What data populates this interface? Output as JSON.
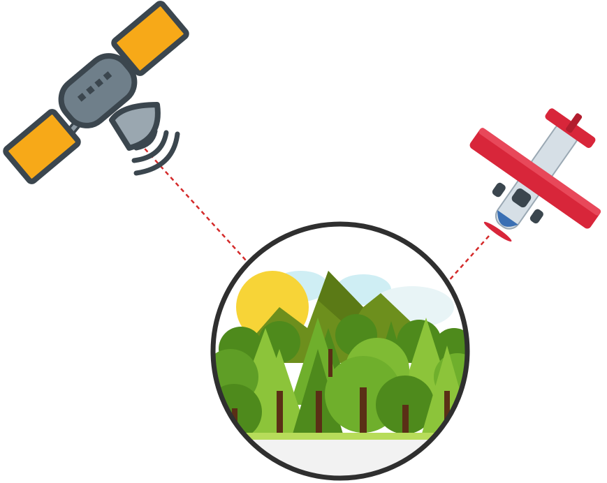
{
  "diagram": {
    "nodes": [
      {
        "id": "satellite",
        "icon": "satellite-icon"
      },
      {
        "id": "airplane",
        "icon": "airplane-icon"
      },
      {
        "id": "forest",
        "icon": "forest-landscape-icon"
      }
    ],
    "edges": [
      {
        "from": "satellite",
        "to": "forest",
        "style": "dashed"
      },
      {
        "from": "airplane",
        "to": "forest",
        "style": "dashed"
      }
    ]
  },
  "colors": {
    "background": "#ffffff",
    "link_line": "#d42a2a",
    "satellite_body": "#6f7f8a",
    "satellite_outline": "#3b464e",
    "solar_panel": "#f7a918",
    "signal_waves": "#3b464e",
    "plane_wings": "#d8263a",
    "plane_fuselage": "#d6dfe6",
    "circle_border": "#2f2f2f",
    "sky": "#ffffff",
    "sun": "#f7d437",
    "mountains": "#6d8f1d",
    "trees_dark": "#4e8a1c",
    "trees_light": "#8cc43a",
    "trunk": "#5a2f16",
    "ground": "#b7dc5a"
  }
}
